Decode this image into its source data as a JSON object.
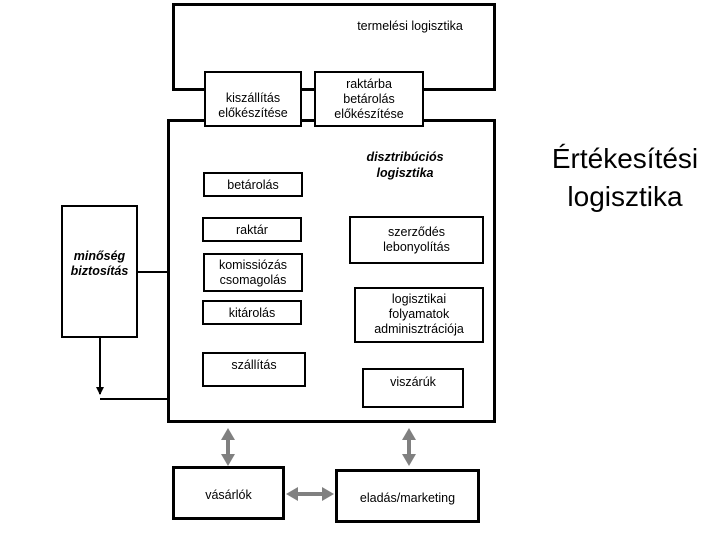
{
  "diagram": {
    "production_logistics": "termelési logisztika",
    "shipping_prep_line1": "kiszállítás",
    "shipping_prep_line2": "előkészítése",
    "warehousing_prep_line1": "raktárba",
    "warehousing_prep_line2": "betárolás",
    "warehousing_prep_line3": "előkészítése",
    "distribution_logistics_line1": "disztribúciós",
    "distribution_logistics_line2": "logisztika",
    "storing_in": "betárolás",
    "warehouse": "raktár",
    "commissioning_line1": "komissiózás",
    "commissioning_line2": "csomagolás",
    "retrieval": "kitárolás",
    "transport": "szállítás",
    "quality_line1": "minőség",
    "quality_line2": "biztosítás",
    "contract_line1": "szerződés",
    "contract_line2": "lebonyolítás",
    "admin_line1": "logisztikai",
    "admin_line2": "folyamatok",
    "admin_line3": "adminisztrációja",
    "returns": "viszárúk",
    "buyers": "vásárlók",
    "sales": "eladás/marketing"
  },
  "side_title_line1": "Értékesítési",
  "side_title_line2": "logisztika",
  "colors": {
    "arrow_double": "#808080",
    "line": "#000000"
  }
}
